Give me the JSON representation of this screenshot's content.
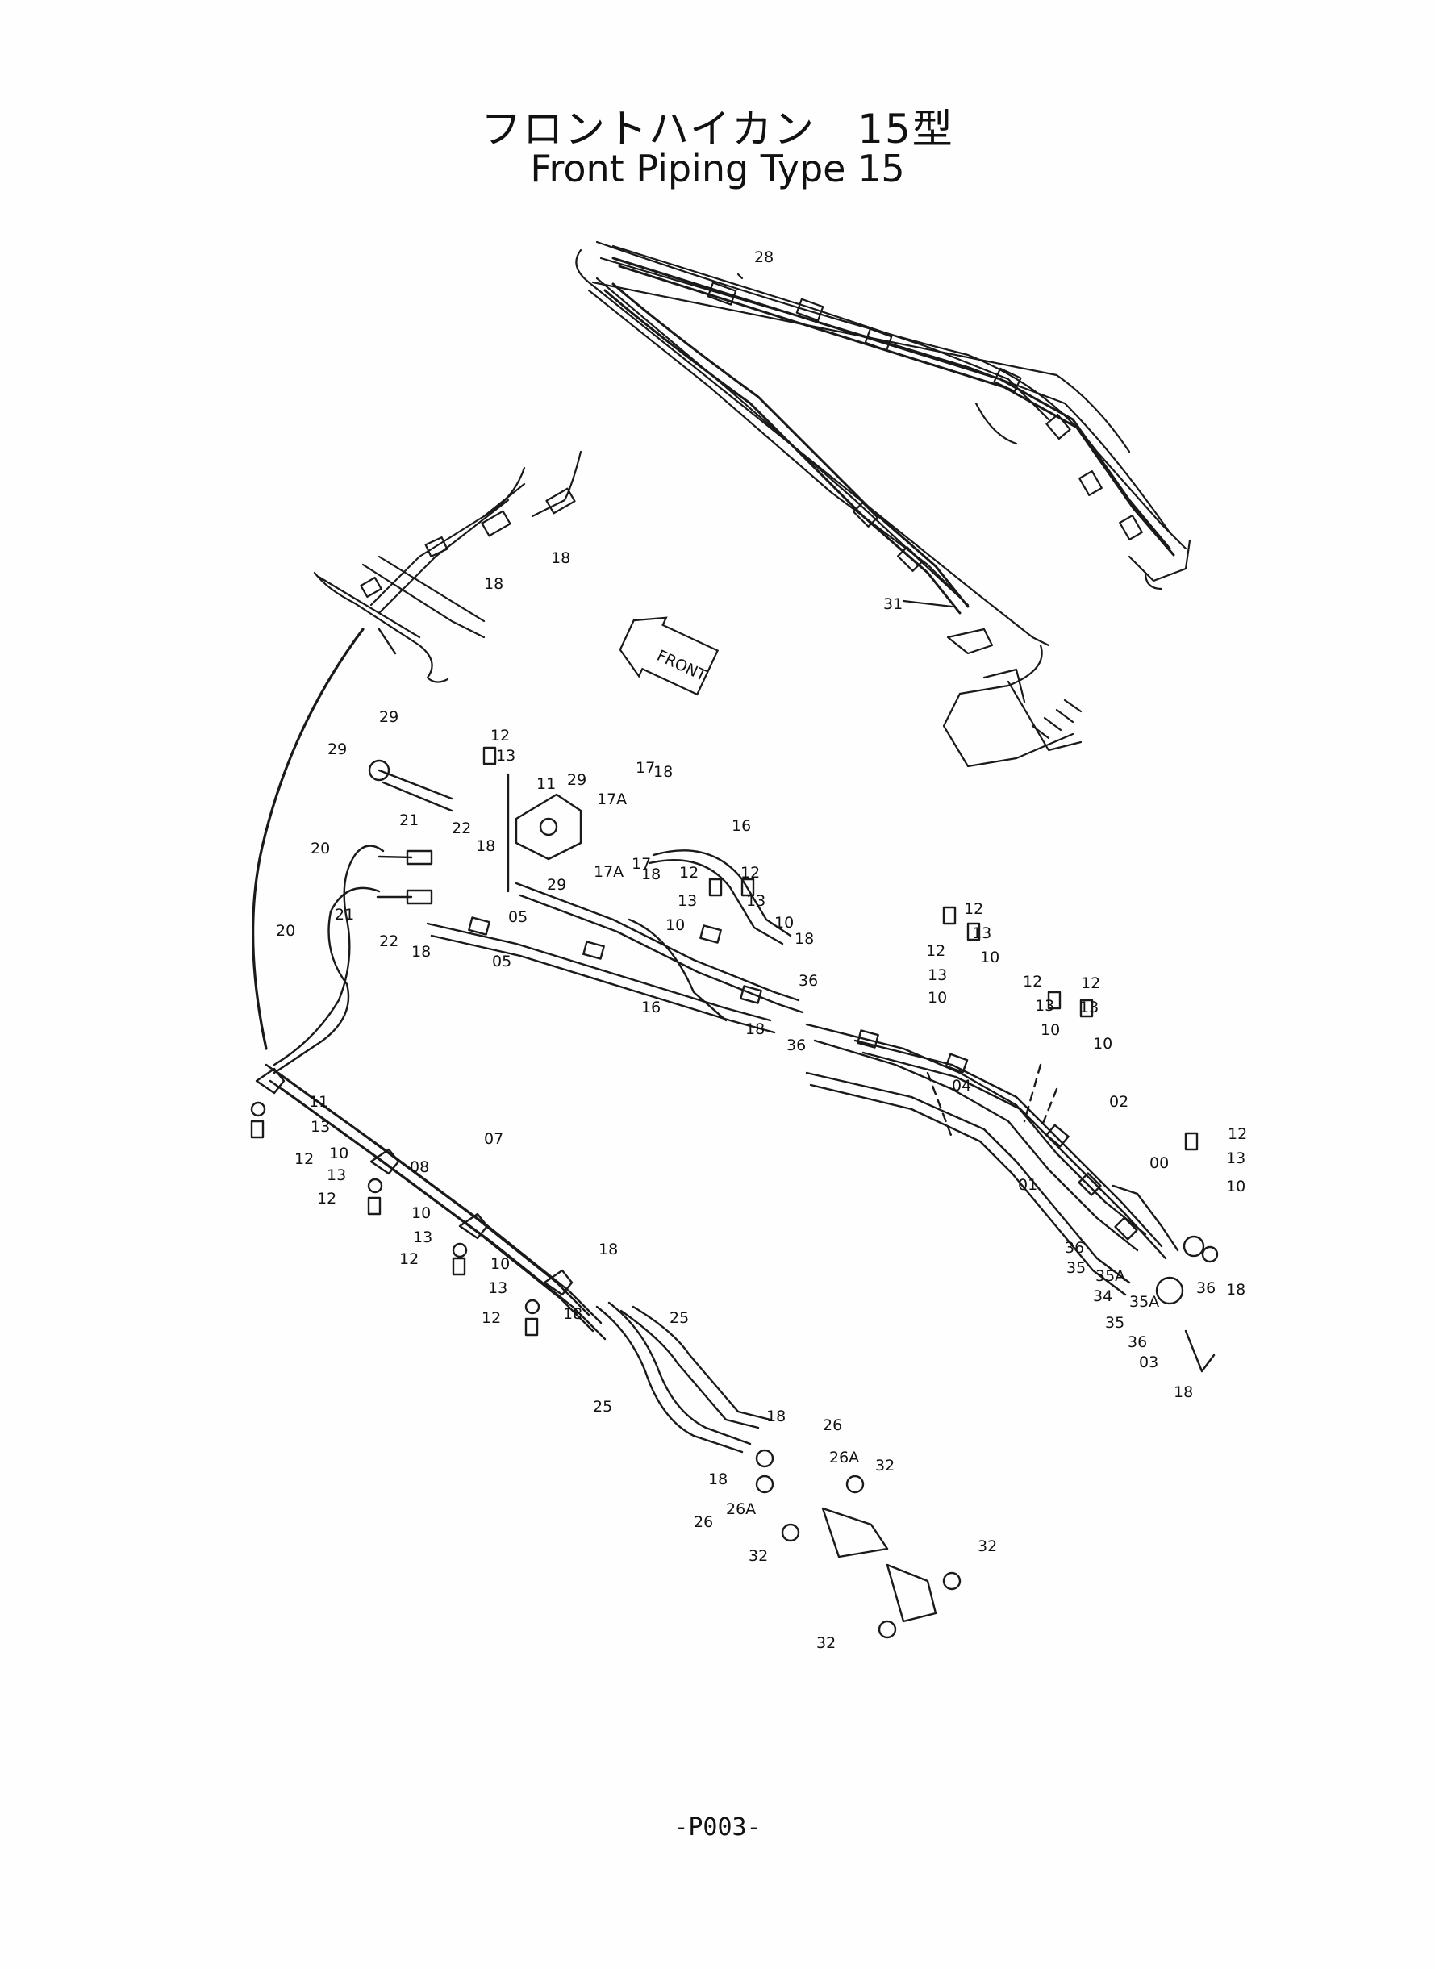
{
  "title_jp": "フロントハイカン　15型",
  "title_en": "Front Piping Type 15",
  "front_sign": "FRONT",
  "page_number": "-P003-",
  "part_labels": [
    "28",
    "31",
    "18",
    "18",
    "29",
    "29",
    "12",
    "13",
    "11",
    "29",
    "17",
    "17A",
    "18",
    "05",
    "16",
    "21",
    "22",
    "18",
    "20",
    "20",
    "21",
    "22",
    "18",
    "29",
    "17A",
    "17",
    "18",
    "05",
    "16",
    "12",
    "12",
    "13",
    "13",
    "10",
    "10",
    "18",
    "36",
    "18",
    "36",
    "12",
    "13",
    "10",
    "12",
    "13",
    "10",
    "12",
    "13",
    "10",
    "12",
    "13",
    "10",
    "02",
    "04",
    "01",
    "00",
    "12",
    "13",
    "10",
    "11",
    "13",
    "12",
    "07",
    "08",
    "10",
    "13",
    "12",
    "10",
    "13",
    "12",
    "10",
    "13",
    "12",
    "18",
    "18",
    "25",
    "25",
    "36",
    "35",
    "35A",
    "18",
    "36",
    "34",
    "35A",
    "35",
    "36",
    "03",
    "18",
    "18",
    "26",
    "26A",
    "18",
    "26",
    "26A",
    "32",
    "32",
    "32",
    "32"
  ]
}
